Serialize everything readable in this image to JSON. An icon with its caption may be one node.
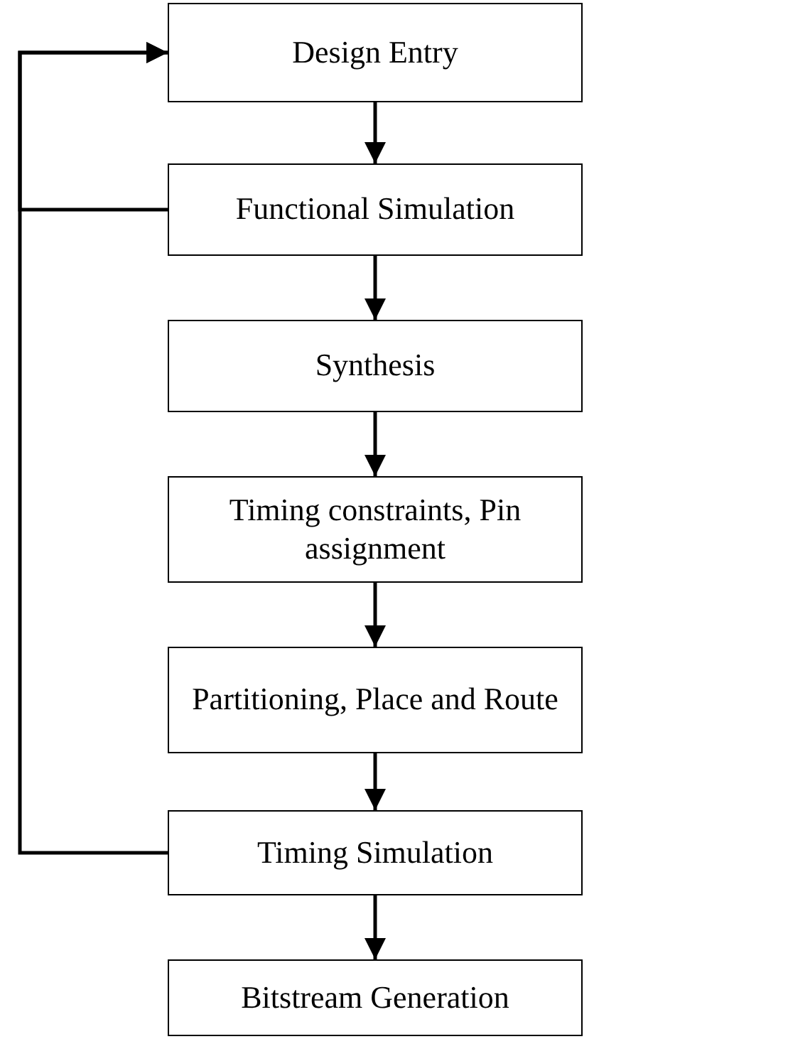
{
  "diagram": {
    "nodes": [
      {
        "text": [
          "Design Entry"
        ]
      },
      {
        "text": [
          "Functional Simulation"
        ]
      },
      {
        "text": [
          "Synthesis"
        ]
      },
      {
        "text": [
          "Timing constraints, Pin assignment"
        ]
      },
      {
        "text": [
          "Partitioning, Place and Route"
        ]
      },
      {
        "text": [
          "Timing Simulation"
        ]
      },
      {
        "text": [
          "Bitstream Generation"
        ]
      }
    ],
    "edges": [
      {
        "from": 0,
        "to": 1,
        "arrow": "to"
      },
      {
        "from": 1,
        "to": 2,
        "arrow": "to"
      },
      {
        "from": 2,
        "to": 3,
        "arrow": "to"
      },
      {
        "from": 3,
        "to": 4,
        "arrow": "to"
      },
      {
        "from": 4,
        "to": 5,
        "arrow": "to"
      },
      {
        "from": 5,
        "to": 6,
        "arrow": "to"
      },
      {
        "from": 1,
        "to": 0,
        "arrow": "to"
      },
      {
        "from": 5,
        "to": 0,
        "arrow": "to"
      }
    ]
  }
}
